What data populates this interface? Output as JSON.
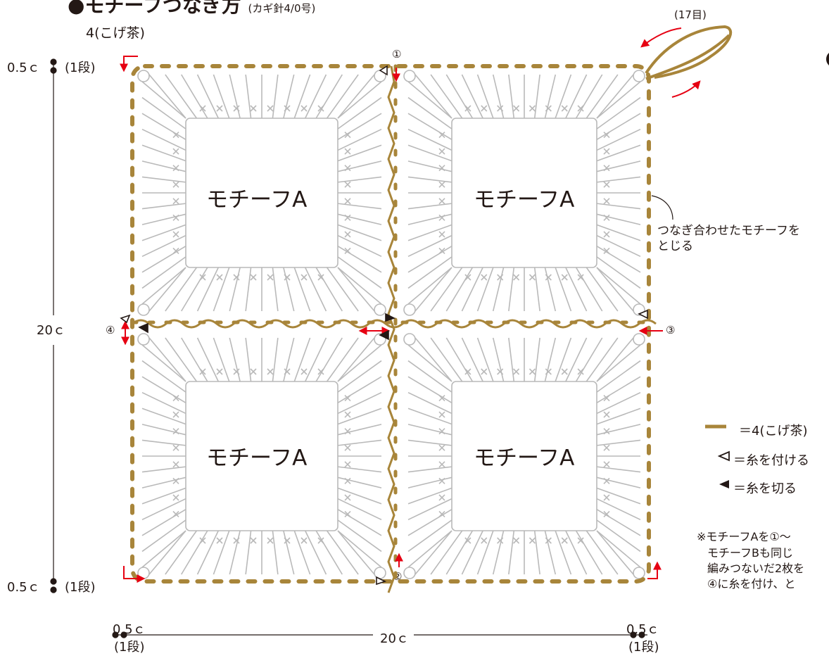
{
  "title": {
    "main": "●モチーフつなぎ方",
    "hook": "(カギ針4/0号)",
    "yarn": "4(こげ茶)"
  },
  "colors": {
    "yarn": "#a8853a",
    "stitch": "#b9b9b9",
    "arrow": "#e60012",
    "ink": "#231815"
  },
  "motifs": [
    {
      "label": "モチーフA"
    },
    {
      "label": "モチーフA"
    },
    {
      "label": "モチーフA"
    },
    {
      "label": "モチーフA"
    }
  ],
  "dimensions": {
    "height_total": "20ｃ",
    "width_total": "20ｃ",
    "edge": "0.5ｃ",
    "edge_rows": "(1段)"
  },
  "markers": {
    "m1": "①",
    "m2": "②",
    "m3": "③",
    "m4": "④",
    "loop_rows": "(17目)"
  },
  "annotation": {
    "line1": "つなぎ合わせたモチーフを",
    "line2": "とじる"
  },
  "legend": {
    "yarn_line": "＝4(こげ茶)",
    "attach": "＝糸を付ける",
    "cut": "＝糸を切る"
  },
  "note": {
    "line1": "※モチーフAを①〜",
    "line2": "モチーフBも同じ",
    "line3": "編みつないだ2枚を",
    "line4": "④に糸を付け、と"
  }
}
